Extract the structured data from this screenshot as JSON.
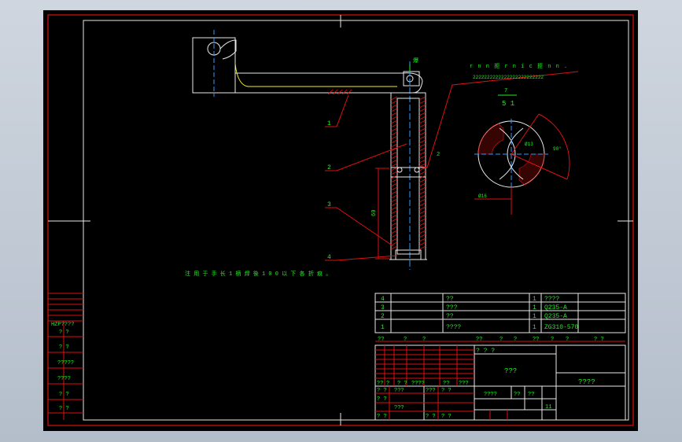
{
  "notes": {
    "main_note": "注 用 于 手 长 1 柄 焊 後 1 0 0 以 下 各 折 痕 。",
    "callout_top": "r n n 拒 r n i c 拒 n n .",
    "callout_sub": "2222222222222222222222222",
    "marker_top": "爆",
    "section_ratio_top": "7",
    "section_ratio_bottom": "5 1",
    "section_dim_diag": "Ø13",
    "section_dim_angle": "90°",
    "section_dim_left": "Ø16",
    "dim_length": "60",
    "dim_small": "2"
  },
  "leaders": [
    "1",
    "2",
    "3",
    "4"
  ],
  "parts_list": [
    {
      "no": "4",
      "name": "??",
      "qty": "1",
      "material": "????"
    },
    {
      "no": "3",
      "name": "???",
      "qty": "1",
      "material": "Q235-A"
    },
    {
      "no": "2",
      "name": "??",
      "qty": "1",
      "material": "Q235-A"
    },
    {
      "no": "1",
      "name": "????",
      "qty": "1",
      "material": "ZG310-570"
    }
  ],
  "parts_header": [
    "??",
    "?",
    "?",
    "??",
    "?",
    "?",
    "??",
    "?",
    "?",
    "? ?"
  ],
  "title_block": {
    "drawing_name": "???",
    "company": "????",
    "project_code": "? ? ?",
    "scale_label": "????",
    "sheet_label": "??",
    "sheets_label": "??",
    "sheet_count": "11",
    "rev_labels": [
      "??",
      "?",
      "? ?",
      "????",
      "??",
      "???"
    ],
    "sign_rows": [
      [
        "? ?",
        "???",
        "???",
        "? ?"
      ],
      [
        "? ?",
        "",
        "",
        ""
      ],
      [
        "? ?",
        "???",
        "? ?",
        "? ?"
      ]
    ]
  },
  "side_strip": [
    "HZP????",
    "? ?",
    "? ?",
    "?????",
    "????",
    "? ?",
    "? ?"
  ]
}
